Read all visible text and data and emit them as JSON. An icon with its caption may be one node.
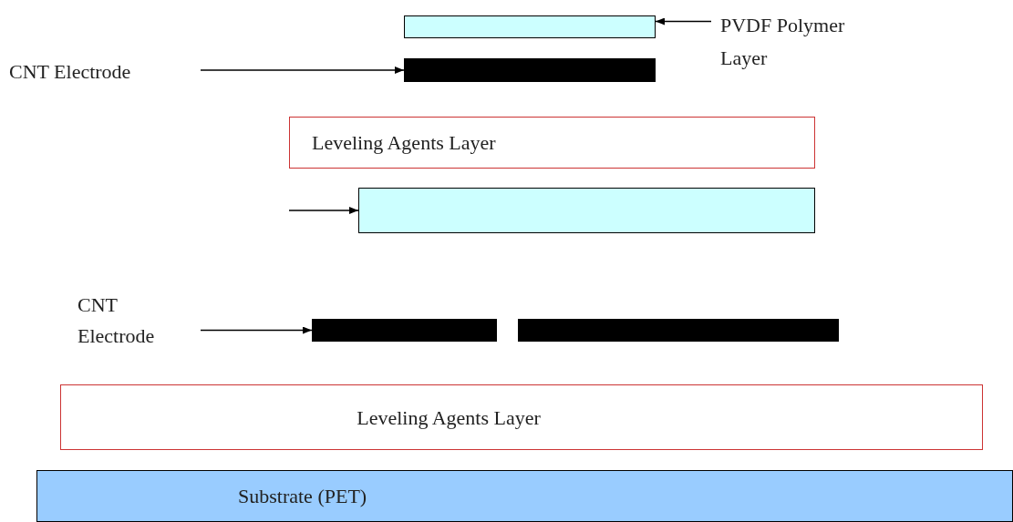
{
  "diagram": {
    "nodes": [
      {
        "text": [],
        "shape": "bar"
      },
      {
        "text": [
          "PVDF Polymer Layer"
        ]
      },
      {
        "text": [
          "CNT Electrode"
        ]
      },
      {
        "text": [],
        "shape": "bar"
      },
      {
        "text": [
          "Leveling Agents Layer"
        ]
      },
      {
        "text": [],
        "shape": "bar"
      },
      {
        "text": [
          "CNT Electrode"
        ]
      },
      {
        "text": [],
        "shape": "bar"
      },
      {
        "text": [],
        "shape": "bar"
      },
      {
        "text": [
          "Leveling Agents Layer"
        ]
      },
      {
        "text": [
          "Substrate (PET)"
        ]
      }
    ],
    "edges": [
      {
        "from": 1,
        "to": 0,
        "arrow": "to"
      },
      {
        "from": 2,
        "to": 3,
        "arrow": "to"
      },
      {
        "from": null,
        "to": 5,
        "arrow": "to"
      },
      {
        "from": 6,
        "to": 7,
        "arrow": "to"
      }
    ]
  }
}
